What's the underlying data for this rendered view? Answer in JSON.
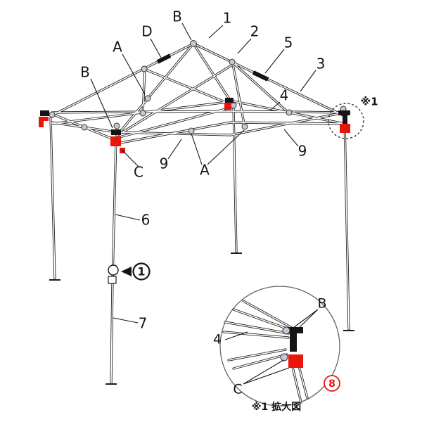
{
  "diagram": {
    "part_labels": {
      "b_top": "B",
      "n1": "1",
      "d": "D",
      "n2": "2",
      "n5": "5",
      "a_top": "A",
      "n3": "3",
      "b_left": "B",
      "n4": "4",
      "ref_marker": "※1",
      "c": "C",
      "n9_left": "9",
      "a_mid": "A",
      "n9_right": "9",
      "n6": "6",
      "circled_1": "1",
      "n7": "7"
    },
    "detail_view": {
      "b": "B",
      "n4": "4",
      "c": "C",
      "n8": "8",
      "caption": "※1 拡大図"
    },
    "colors": {
      "line": "#1c1c1c",
      "accent_red": "#e8150d",
      "joint_fill": "#c7c7da"
    }
  }
}
